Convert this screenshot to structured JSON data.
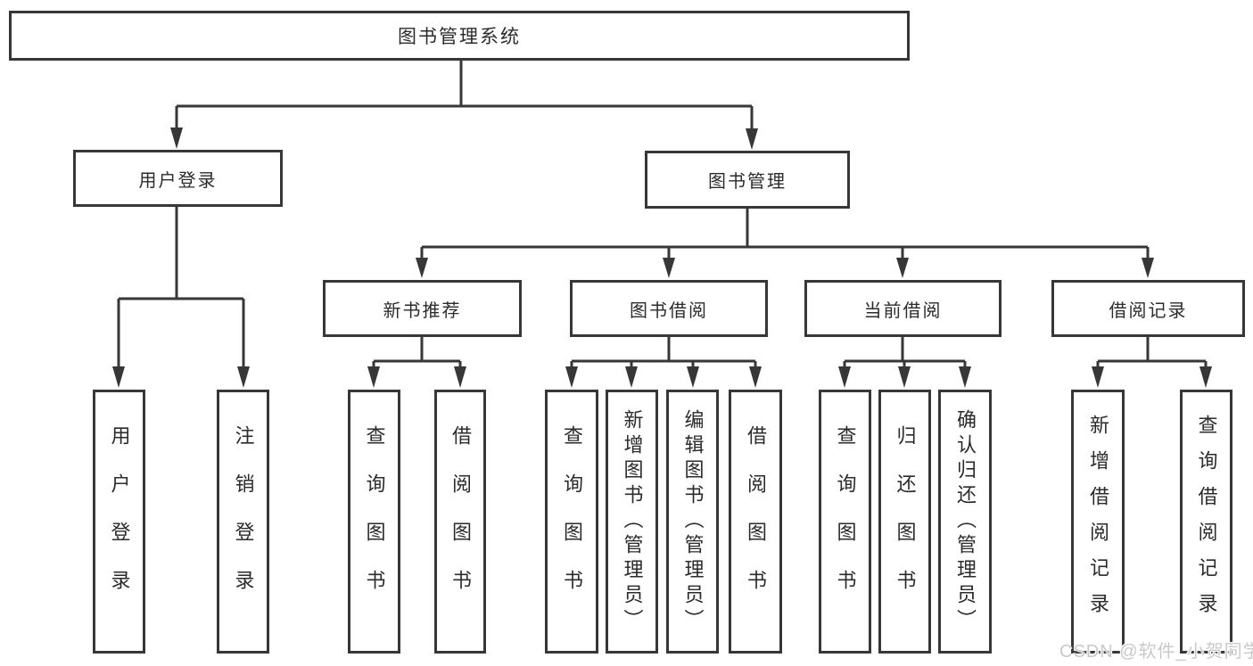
{
  "diagram_title": "图书管理系统",
  "tree": {
    "label": "图书管理系统",
    "children": [
      {
        "label": "用户登录",
        "children": [
          {
            "label": "用户登录"
          },
          {
            "label": "注销登录"
          }
        ]
      },
      {
        "label": "图书管理",
        "children": [
          {
            "label": "新书推荐",
            "children": [
              {
                "label": "查询图书"
              },
              {
                "label": "借阅图书"
              }
            ]
          },
          {
            "label": "图书借阅",
            "children": [
              {
                "label": "查询图书"
              },
              {
                "label": "新增图书（管理员）"
              },
              {
                "label": "编辑图书（管理员）"
              },
              {
                "label": "借阅图书"
              }
            ]
          },
          {
            "label": "当前借阅",
            "children": [
              {
                "label": "查询图书"
              },
              {
                "label": "归还图书"
              },
              {
                "label": "确认归还（管理员）"
              }
            ]
          },
          {
            "label": "借阅记录",
            "children": [
              {
                "label": "新增借阅记录"
              },
              {
                "label": "查询借阅记录"
              }
            ]
          }
        ]
      }
    ]
  },
  "watermark": {
    "text": "CSDN @软件_小贺同学"
  },
  "colors": {
    "line": "#373737",
    "box_border": "#373737",
    "text": "#2b2b2b",
    "watermark": "#c9c9c9",
    "background": "#ffffff"
  }
}
